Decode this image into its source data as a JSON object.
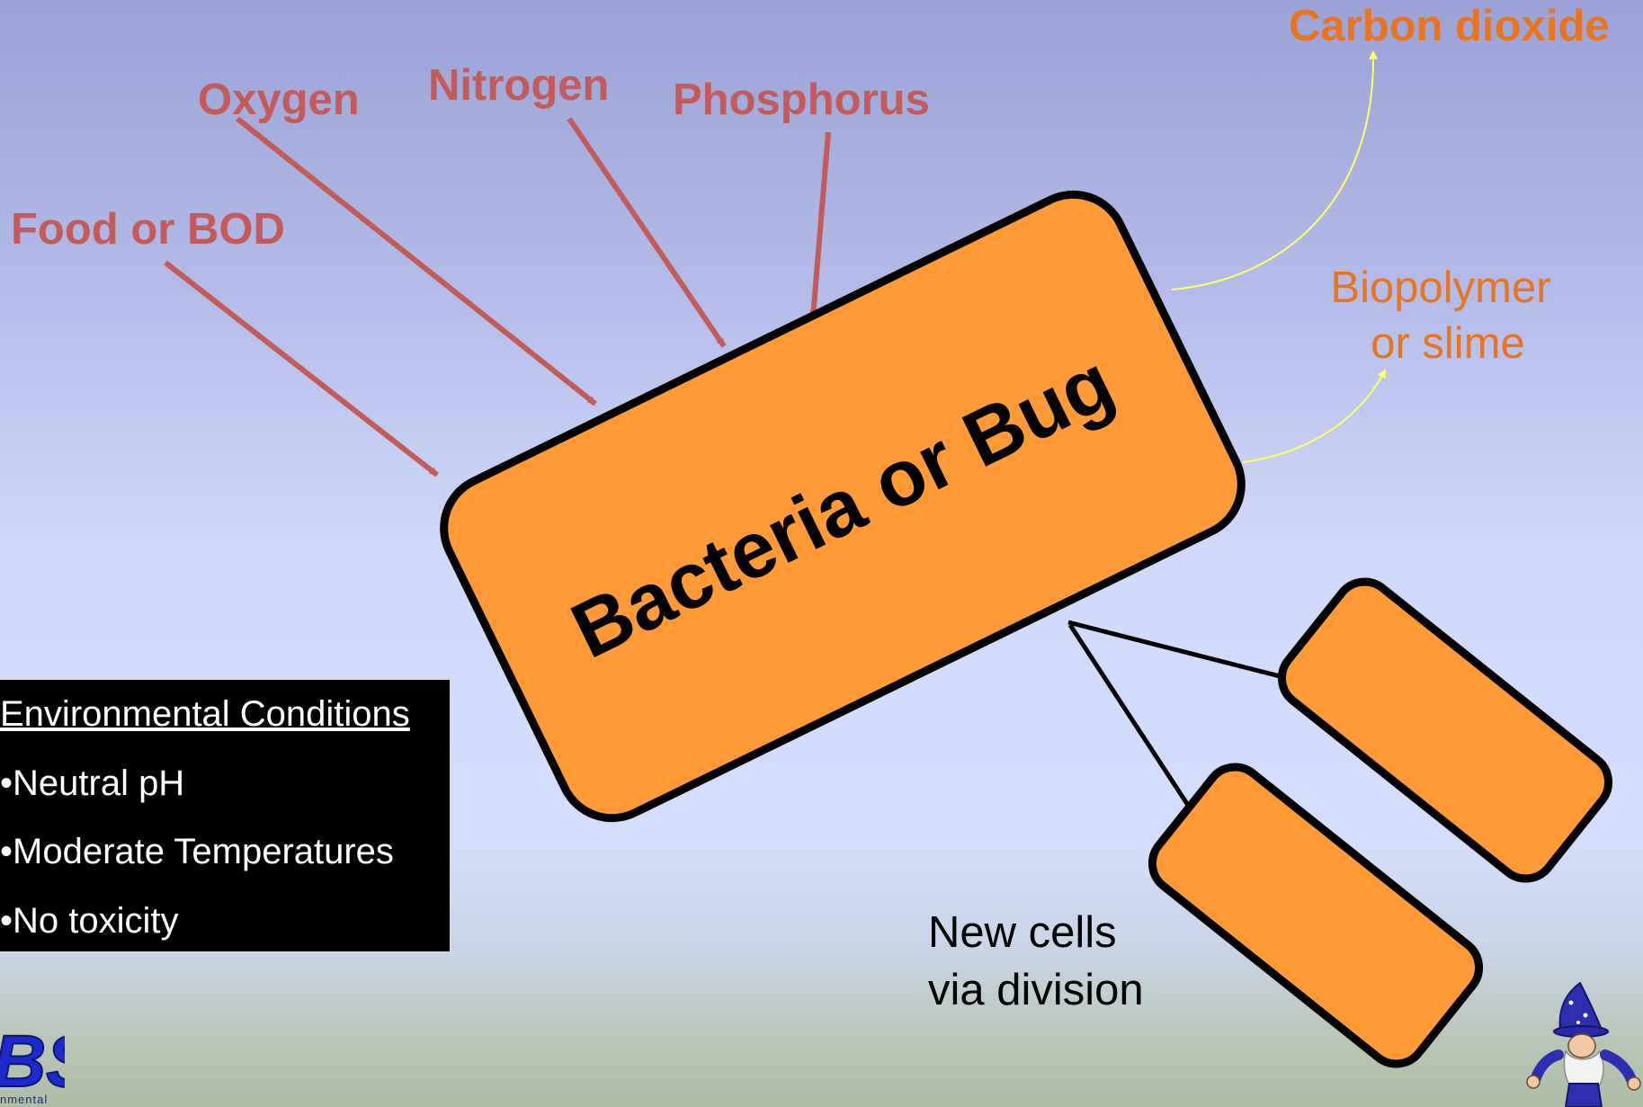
{
  "inputs": {
    "food": "Food or BOD",
    "oxygen": "Oxygen",
    "nitrogen": "Nitrogen",
    "phosphorus": "Phosphorus"
  },
  "outputs": {
    "carbon_dioxide": "Carbon dioxide",
    "biopolymer_line1": "Biopolymer",
    "biopolymer_line2": "or slime"
  },
  "cell": {
    "label": "Bacteria or Bug"
  },
  "new_cells": {
    "line1": "New cells",
    "line2": "via division"
  },
  "conditions": {
    "heading": "Environmental Conditions",
    "items": [
      "•Neutral pH",
      "•Moderate Temperatures",
      "•No toxicity"
    ]
  },
  "logo": {
    "letters": "BS",
    "caption": "nmental"
  },
  "colors": {
    "input_arrow": "#c55a5b",
    "output_text": "#e8741d",
    "output_arrow": "#ffff66",
    "cell_fill": "#ff9a36",
    "cell_stroke": "#000000",
    "conditions_bg": "#000000",
    "conditions_text": "#ffffff"
  },
  "icons": {
    "logo": "company-logo-icon",
    "mascot": "wizard-icon"
  }
}
